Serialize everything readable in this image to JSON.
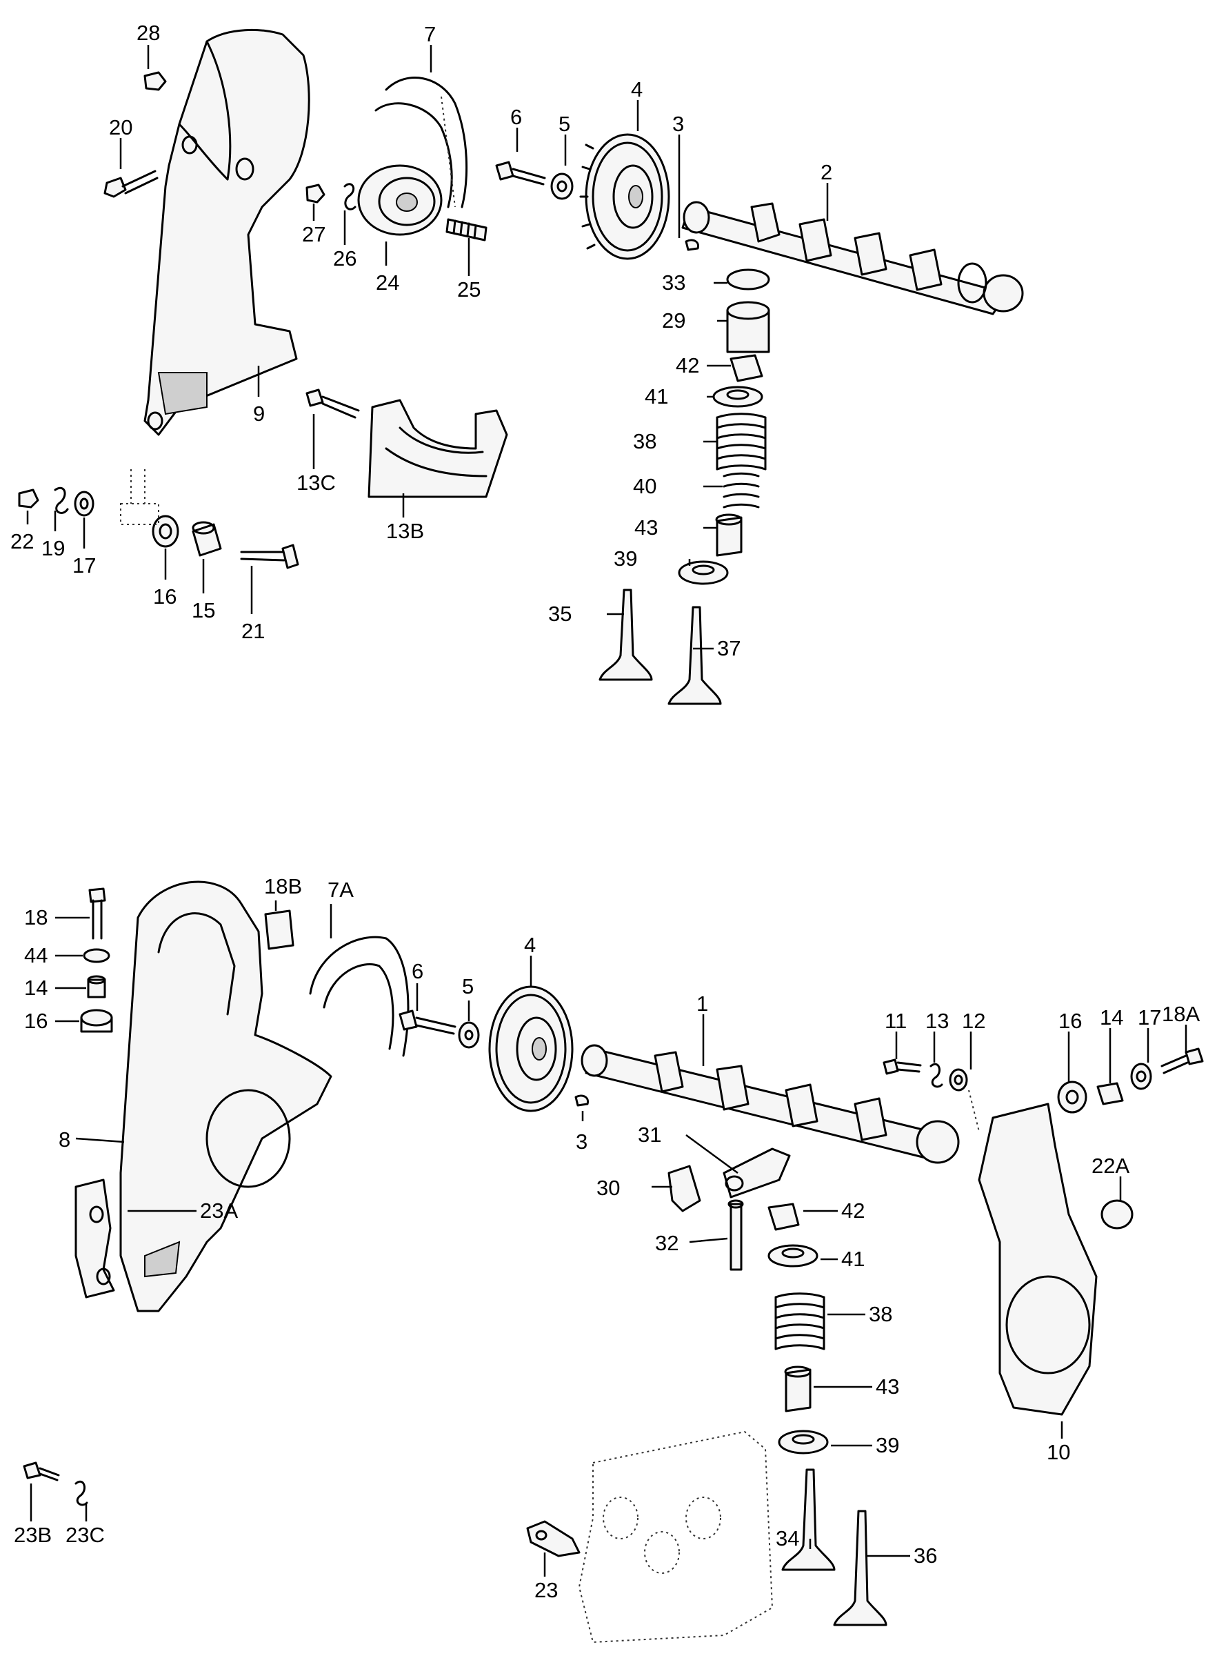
{
  "callouts": {
    "top": [
      "28",
      "7",
      "6",
      "5",
      "4",
      "3",
      "2",
      "20",
      "27",
      "26",
      "24",
      "25",
      "33",
      "29",
      "42",
      "41",
      "38",
      "40",
      "43",
      "39",
      "35",
      "37",
      "9",
      "13C",
      "13B",
      "22",
      "19",
      "17",
      "16",
      "15",
      "21"
    ],
    "bottom": [
      "18B",
      "7A",
      "18",
      "44",
      "14",
      "16",
      "4",
      "6",
      "5",
      "1",
      "11",
      "13",
      "12",
      "16",
      "14",
      "17",
      "18A",
      "8",
      "3",
      "31",
      "30",
      "32",
      "42",
      "41",
      "22A",
      "38",
      "43",
      "39",
      "10",
      "23A",
      "23B",
      "23C",
      "23",
      "34",
      "36"
    ]
  }
}
